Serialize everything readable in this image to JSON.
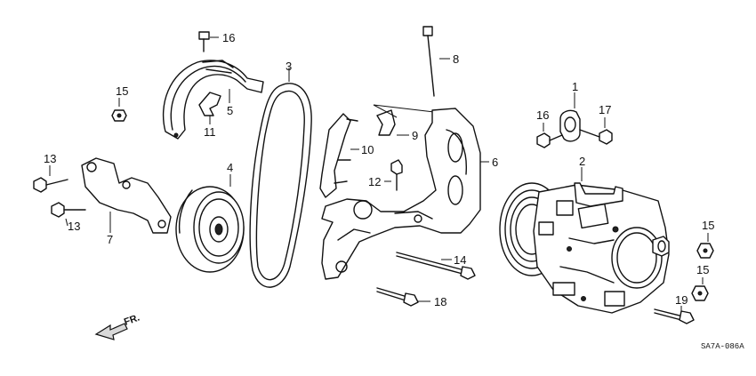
{
  "labels": {
    "p1": "1",
    "p2": "2",
    "p3": "3",
    "p4": "4",
    "p5": "5",
    "p6": "6",
    "p7": "7",
    "p8": "8",
    "p9": "9",
    "p10": "10",
    "p11": "11",
    "p12": "12",
    "p13a": "13",
    "p13b": "13",
    "p14": "14",
    "p15a": "15",
    "p15b": "15",
    "p15c": "15",
    "p16a": "16",
    "p16b": "16",
    "p17": "17",
    "p18": "18",
    "p19": "19"
  },
  "direction": "FR.",
  "drawing_code": "SA7A-086A"
}
